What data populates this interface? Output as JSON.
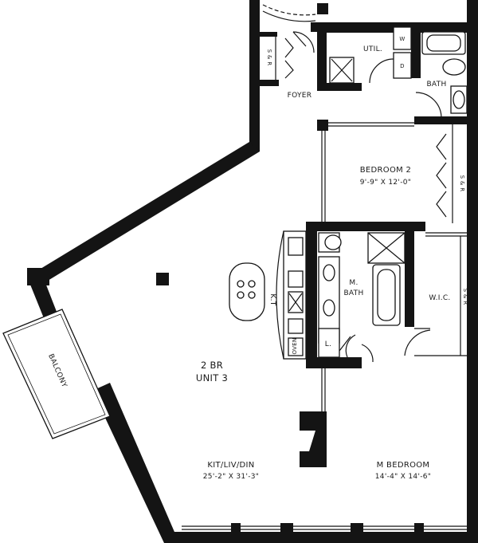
{
  "rooms": {
    "foyer": "FOYER",
    "util": "UTIL.",
    "bath": "BATH",
    "bedroom2_name": "BEDROOM 2",
    "bedroom2_dims": "9'-9\" X 12'-0\"",
    "master_bath_line1": "M.",
    "master_bath_line2": "BATH",
    "wic": "W.I.C.",
    "kit": "K.T",
    "linen": "L.",
    "oven": "OVEN",
    "unit_line1": "2 BR",
    "unit_line2": "UNIT 3",
    "kit_liv_din_name": "KIT/LIV/DIN",
    "kit_liv_din_dims": "25'-2\" X 31'-3\"",
    "m_bedroom_name": "M BEDROOM",
    "m_bedroom_dims": "14'-4\" X 14'-6\"",
    "balcony": "BALCONY"
  },
  "appliance_marks": {
    "washer": "W",
    "dryer": "D"
  },
  "closet_tags": {
    "foyer_closet": "S & R",
    "bedroom2_closet": "S & R",
    "wic_closet": "S & R"
  }
}
